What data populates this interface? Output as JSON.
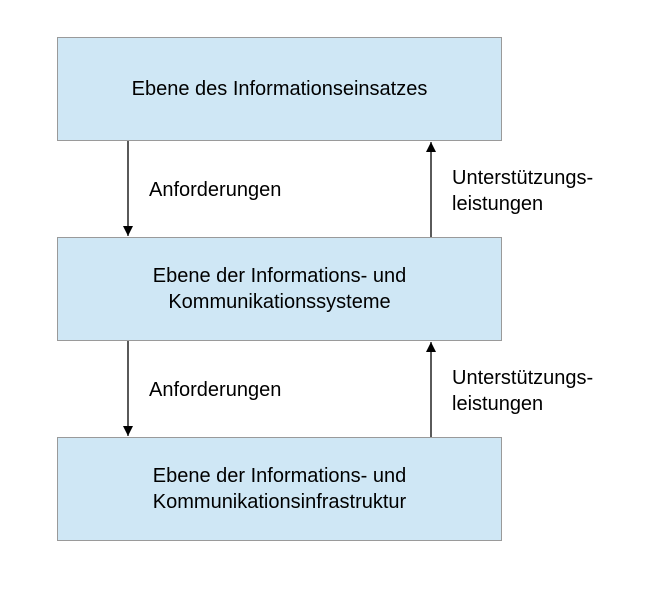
{
  "levels": [
    {
      "lines": [
        "Ebene des Informationseinsatzes"
      ]
    },
    {
      "lines": [
        "Ebene der Informations- und",
        "Kommunikationssysteme"
      ]
    },
    {
      "lines": [
        "Ebene der Informations- und",
        "Kommunikationsinfrastruktur"
      ]
    }
  ],
  "connections": {
    "requirements_label": "Anforderungen",
    "support_lines": [
      "Unterstützungs-",
      "leistungen"
    ]
  },
  "colors": {
    "box_fill": "#cfe7f5",
    "box_border": "#9a9a9a",
    "arrow": "#000000"
  }
}
